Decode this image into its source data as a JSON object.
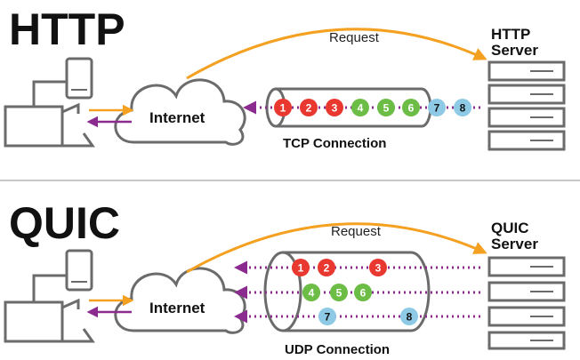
{
  "http": {
    "title": "HTTP",
    "request_label": "Request",
    "server_label_line1": "HTTP",
    "server_label_line2": "Server",
    "internet_label": "Internet",
    "connection_label": "TCP Connection",
    "packets": [
      "1",
      "2",
      "3",
      "4",
      "5",
      "6",
      "7",
      "8"
    ]
  },
  "quic": {
    "title": "QUIC",
    "request_label": "Request",
    "server_label_line1": "QUIC",
    "server_label_line2": "Server",
    "internet_label": "Internet",
    "connection_label": "UDP Connection",
    "streams": [
      [
        "1",
        "2",
        "3"
      ],
      [
        "4",
        "5",
        "6"
      ],
      [
        "7",
        "8"
      ]
    ]
  },
  "colors": {
    "red": "#e8382f",
    "green": "#6cbd45",
    "blue": "#8ecae6",
    "orange": "#f4a021",
    "purple": "#8b2a8f",
    "gray": "#6b6b6b",
    "divider": "#c8c8c8"
  },
  "icons": [
    "phone-icon",
    "laptop-icon",
    "cloud-icon",
    "server-rack-icon",
    "pipe-icon"
  ]
}
